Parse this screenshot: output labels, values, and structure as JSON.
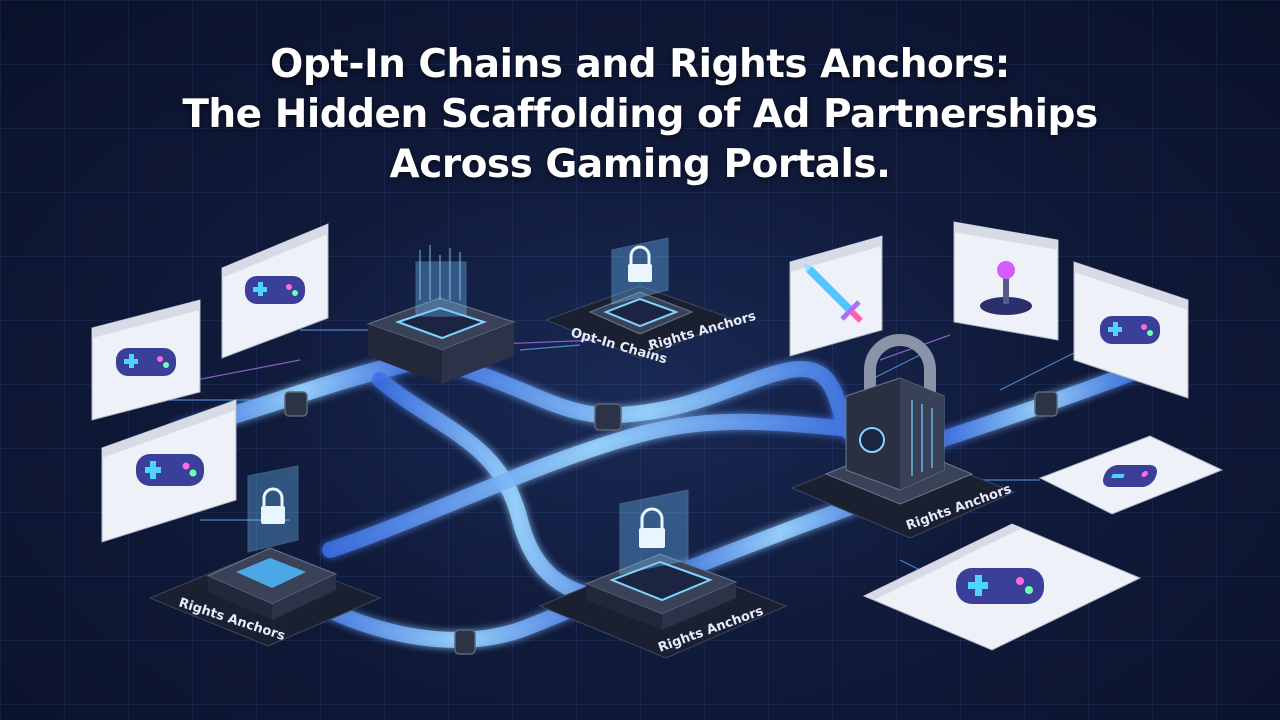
{
  "title": {
    "line1": "Opt-In Chains and Rights Anchors:",
    "line2": "The Hidden Scaffolding of Ad Partnerships",
    "line3": "Across Gaming Portals."
  },
  "labels": {
    "hub_optin": "Opt-In Chains",
    "hub_rights": "Rights Anchors",
    "anchor_left": "Rights Anchors",
    "anchor_center": "Rights Anchors",
    "anchor_right": "Rights Anchors"
  },
  "icons": {
    "portal": "gamepad-icon",
    "sword": "sword-icon",
    "joystick": "joystick-icon",
    "lock": "padlock-icon"
  },
  "colors": {
    "accent": "#5aa8ff",
    "accent_glow": "#8fd0ff",
    "purple": "#b06cff",
    "background": "#0f1a3a"
  }
}
